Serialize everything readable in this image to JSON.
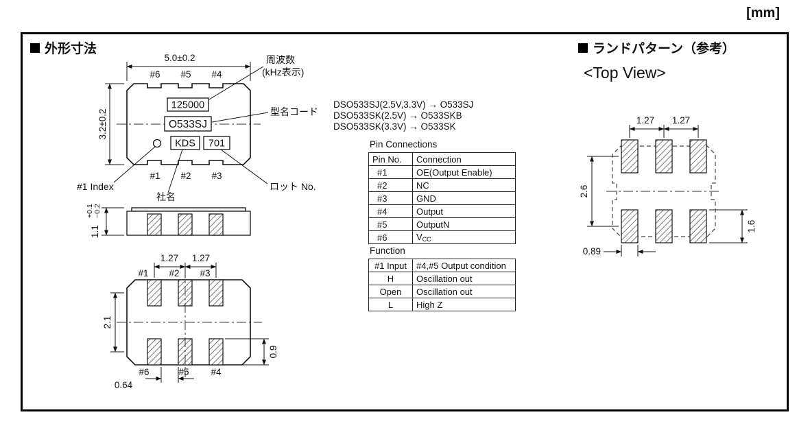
{
  "page": {
    "unit_label": "[mm]"
  },
  "outline": {
    "title": "外形寸法",
    "top_view": {
      "dim_width": "5.0±0.2",
      "dim_height": "3.2±0.2",
      "pins_top": [
        "#6",
        "#5",
        "#4"
      ],
      "pins_bottom": [
        "#1",
        "#2",
        "#3"
      ],
      "marking_freq": "125000",
      "marking_model": "O533SJ",
      "marking_company": "KDS",
      "marking_lot": "701",
      "callout_freq": "周波数",
      "callout_freq_sub": "(kHz表示)",
      "callout_model": "型名コード",
      "model_map": [
        "DSO533SJ(2.5V,3.3V) → O533SJ",
        "DSO533SK(2.5V) → O533SKB",
        "DSO533SK(3.3V) → O533SK"
      ],
      "callout_index": "#1 Index",
      "callout_company": "社名",
      "callout_lot": "ロット No."
    },
    "side_view": {
      "dim_main": "1.1",
      "tol_plus": "+0.1",
      "tol_minus": "−0.2"
    },
    "bottom_view": {
      "pins_top": [
        "#1",
        "#2",
        "#3"
      ],
      "pins_bottom": [
        "#6",
        "#5",
        "#4"
      ],
      "dim_pitch_a": "1.27",
      "dim_pitch_b": "1.27",
      "dim_span": "2.1",
      "dim_pad_height": "0.9",
      "dim_gap": "0.64"
    }
  },
  "pin_table": {
    "title": "Pin Connections",
    "headers": [
      "Pin No.",
      "Connection"
    ],
    "rows": [
      [
        "#1",
        "OE(Output Enable)"
      ],
      [
        "#2",
        "NC"
      ],
      [
        "#3",
        "GND"
      ],
      [
        "#4",
        "Output"
      ],
      [
        "#5",
        "OutputN"
      ],
      [
        "#6",
        "Vcc"
      ]
    ],
    "vcc_render": {
      "base": "V",
      "sub": "CC"
    }
  },
  "function_table": {
    "title": "Function",
    "headers": [
      "#1 Input",
      "#4,#5 Output condition"
    ],
    "rows": [
      [
        "H",
        "Oscillation out"
      ],
      [
        "Open",
        "Oscillation out"
      ],
      [
        "L",
        "High Z"
      ]
    ]
  },
  "land": {
    "title": "ランドパターン（参考）",
    "subtitle": "<Top View>",
    "dim_pitch_a": "1.27",
    "dim_pitch_b": "1.27",
    "dim_vertical": "2.6",
    "dim_pad_height": "1.6",
    "dim_pad_width": "0.89"
  }
}
